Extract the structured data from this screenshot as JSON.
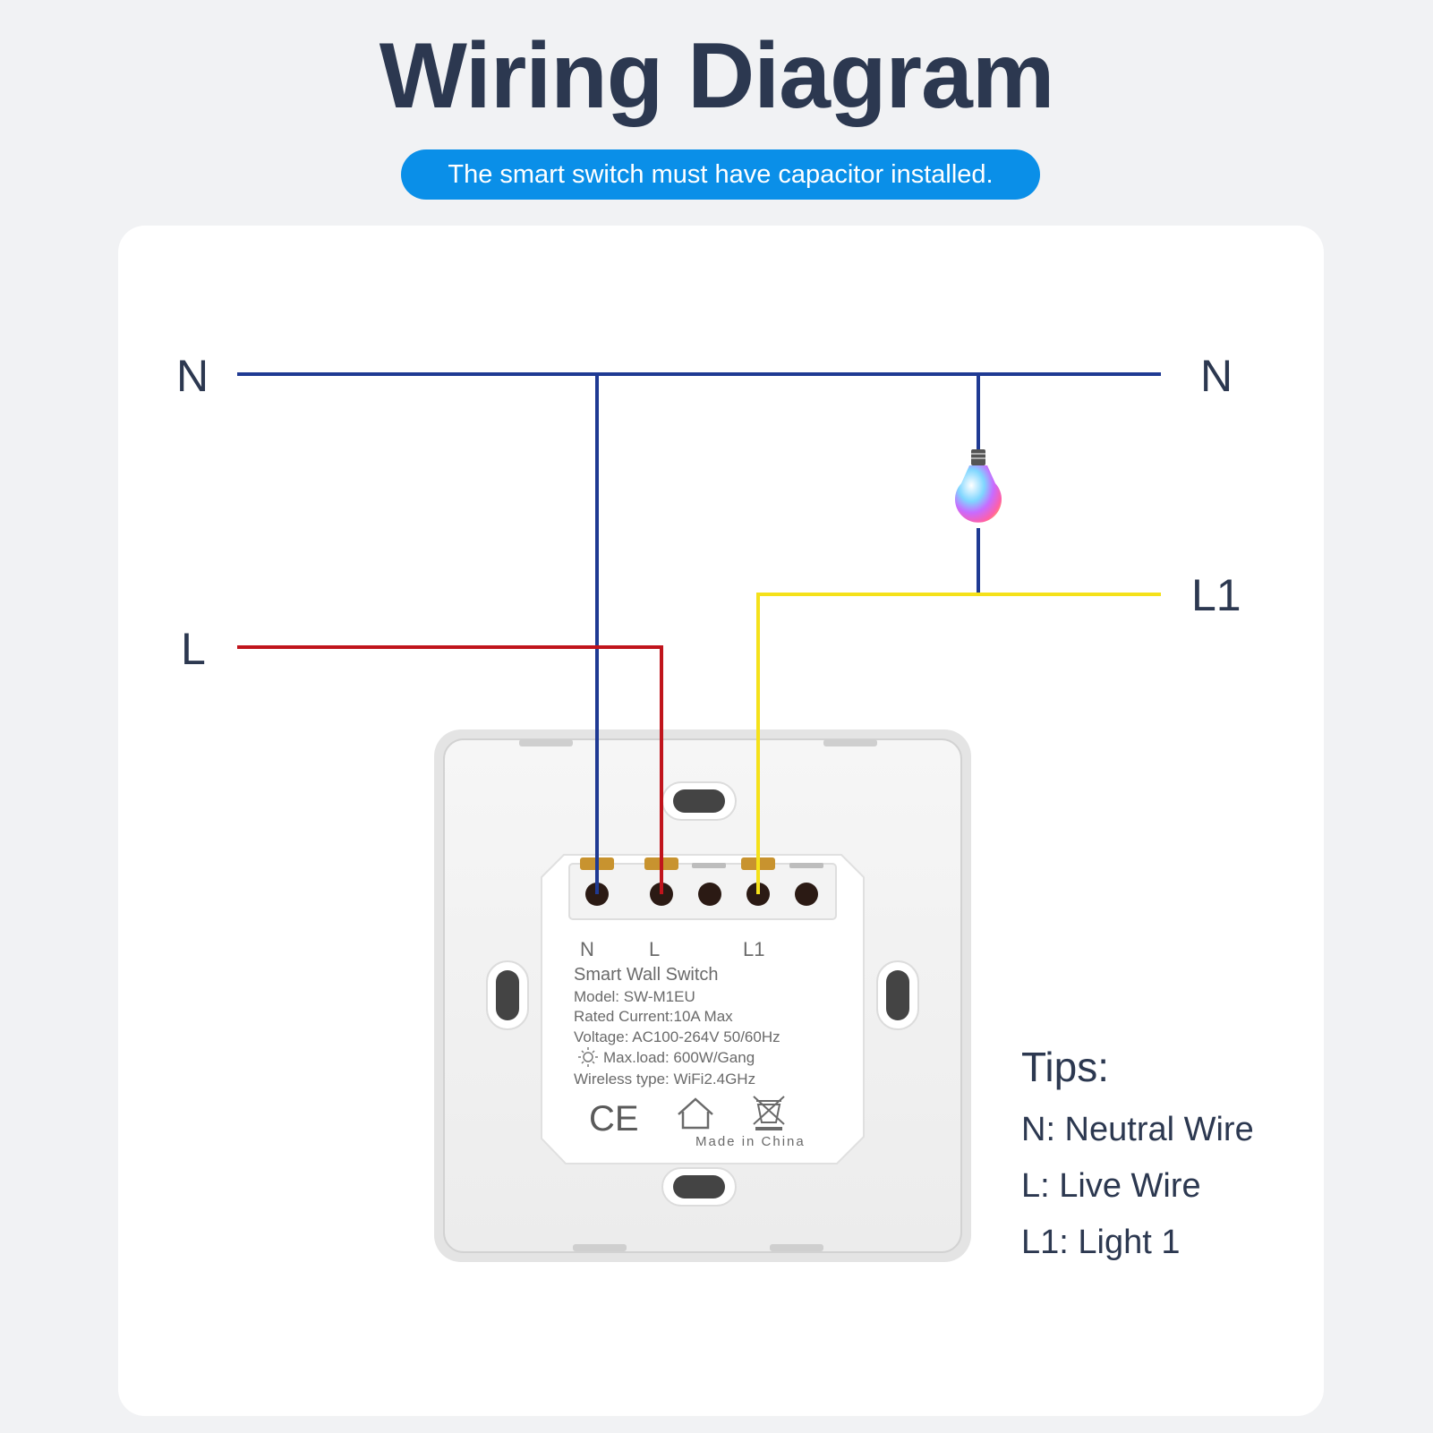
{
  "header": {
    "title": "Wiring Diagram",
    "banner": "The smart switch must have capacitor installed."
  },
  "wire_labels": {
    "n_left": "N",
    "n_right": "N",
    "l_left": "L",
    "l1_right": "L1"
  },
  "switch": {
    "terminal_labels": {
      "n": "N",
      "l": "L",
      "l1": "L1"
    },
    "spec_title": "Smart Wall Switch",
    "model": "Model: SW-M1EU",
    "rated_current": "Rated Current:10A Max",
    "voltage": "Voltage: AC100-264V 50/60Hz",
    "max_load": "Max.load: 600W/Gang",
    "wireless": "Wireless type: WiFi2.4GHz",
    "ce_mark": "CE",
    "made_in": "Made in China"
  },
  "tips": {
    "title": "Tips:",
    "items": [
      "N: Neutral Wire",
      "L: Live Wire",
      "L1: Light 1"
    ]
  },
  "colors": {
    "neutral_wire": "#1f3a93",
    "live_wire": "#c0141c",
    "light_wire": "#f5e11a",
    "banner": "#0a8fe8",
    "text": "#2c3850"
  },
  "icons": [
    "light-bulb-icon",
    "sun-icon",
    "home-icon",
    "weee-bin-icon"
  ]
}
